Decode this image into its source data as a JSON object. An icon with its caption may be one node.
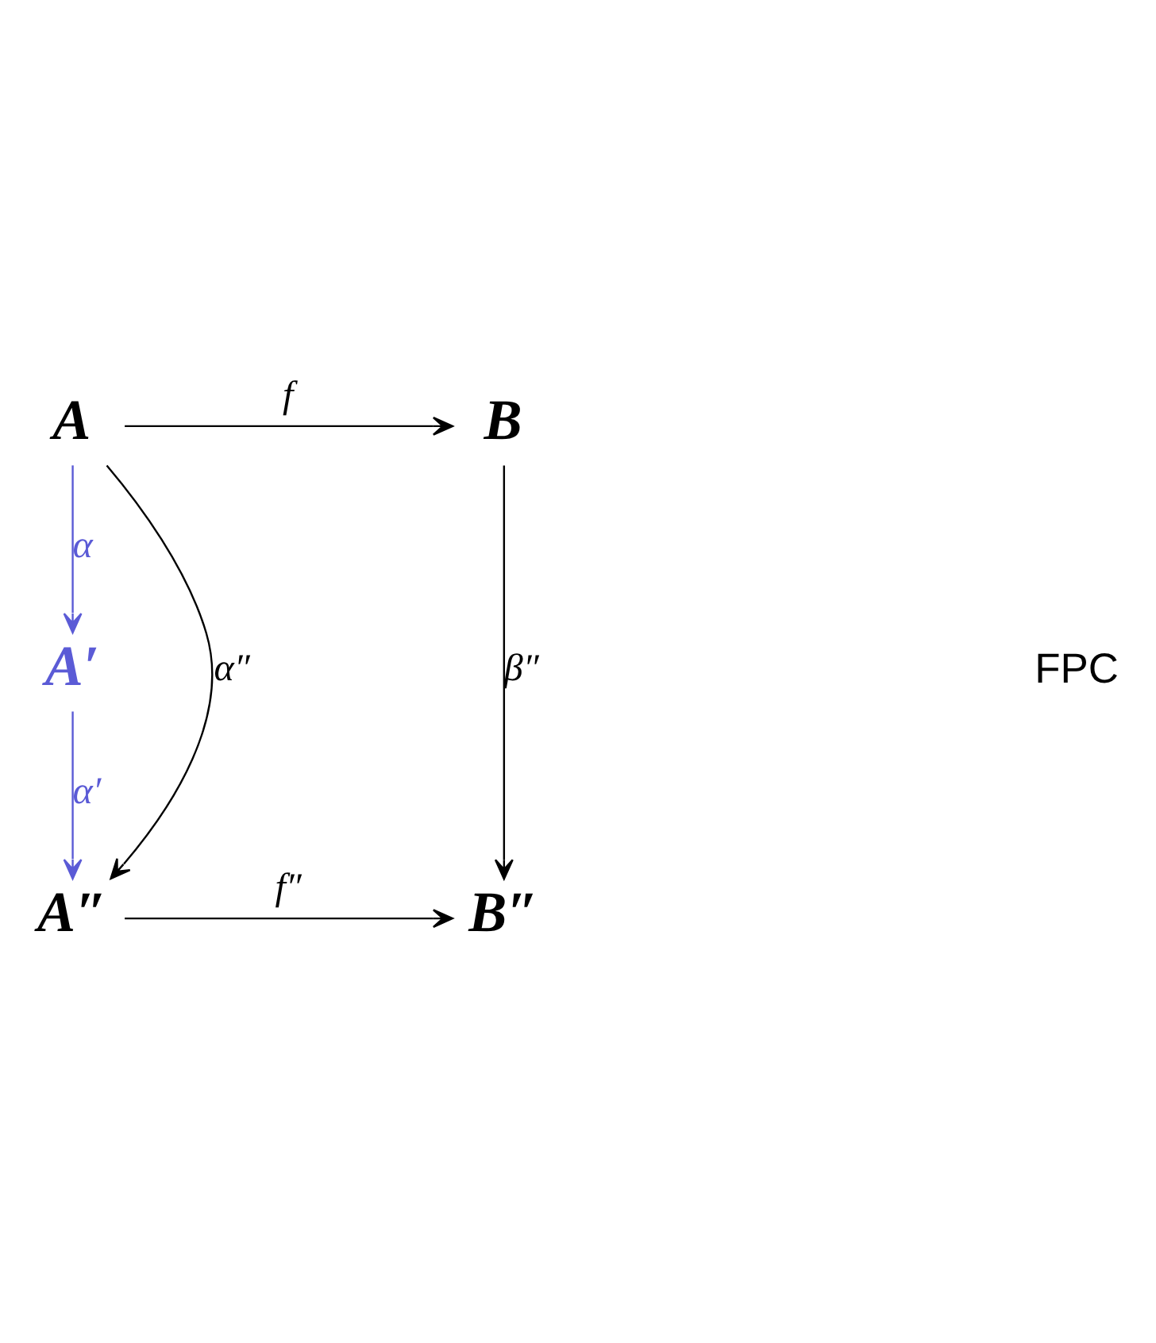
{
  "diagram": {
    "nodes": [
      {
        "text": [
          "A"
        ]
      },
      {
        "text": [
          "B"
        ]
      },
      {
        "text": [
          "A′"
        ]
      },
      {
        "text": [
          "A″"
        ]
      },
      {
        "text": [
          "B″"
        ]
      }
    ],
    "edges": [
      {
        "from": 0,
        "to": 1,
        "arrow": "to",
        "label": "f"
      },
      {
        "from": 0,
        "to": 2,
        "arrow": "to",
        "label": "α",
        "color": "#5b5bd6"
      },
      {
        "from": 2,
        "to": 3,
        "arrow": "to",
        "label": "α′",
        "color": "#5b5bd6"
      },
      {
        "from": 0,
        "to": 3,
        "arrow": "to",
        "label": "α″"
      },
      {
        "from": 1,
        "to": 4,
        "arrow": "to",
        "label": "β″"
      },
      {
        "from": 3,
        "to": 4,
        "arrow": "to",
        "label": "f″"
      }
    ],
    "labels": [
      "FPC"
    ]
  }
}
